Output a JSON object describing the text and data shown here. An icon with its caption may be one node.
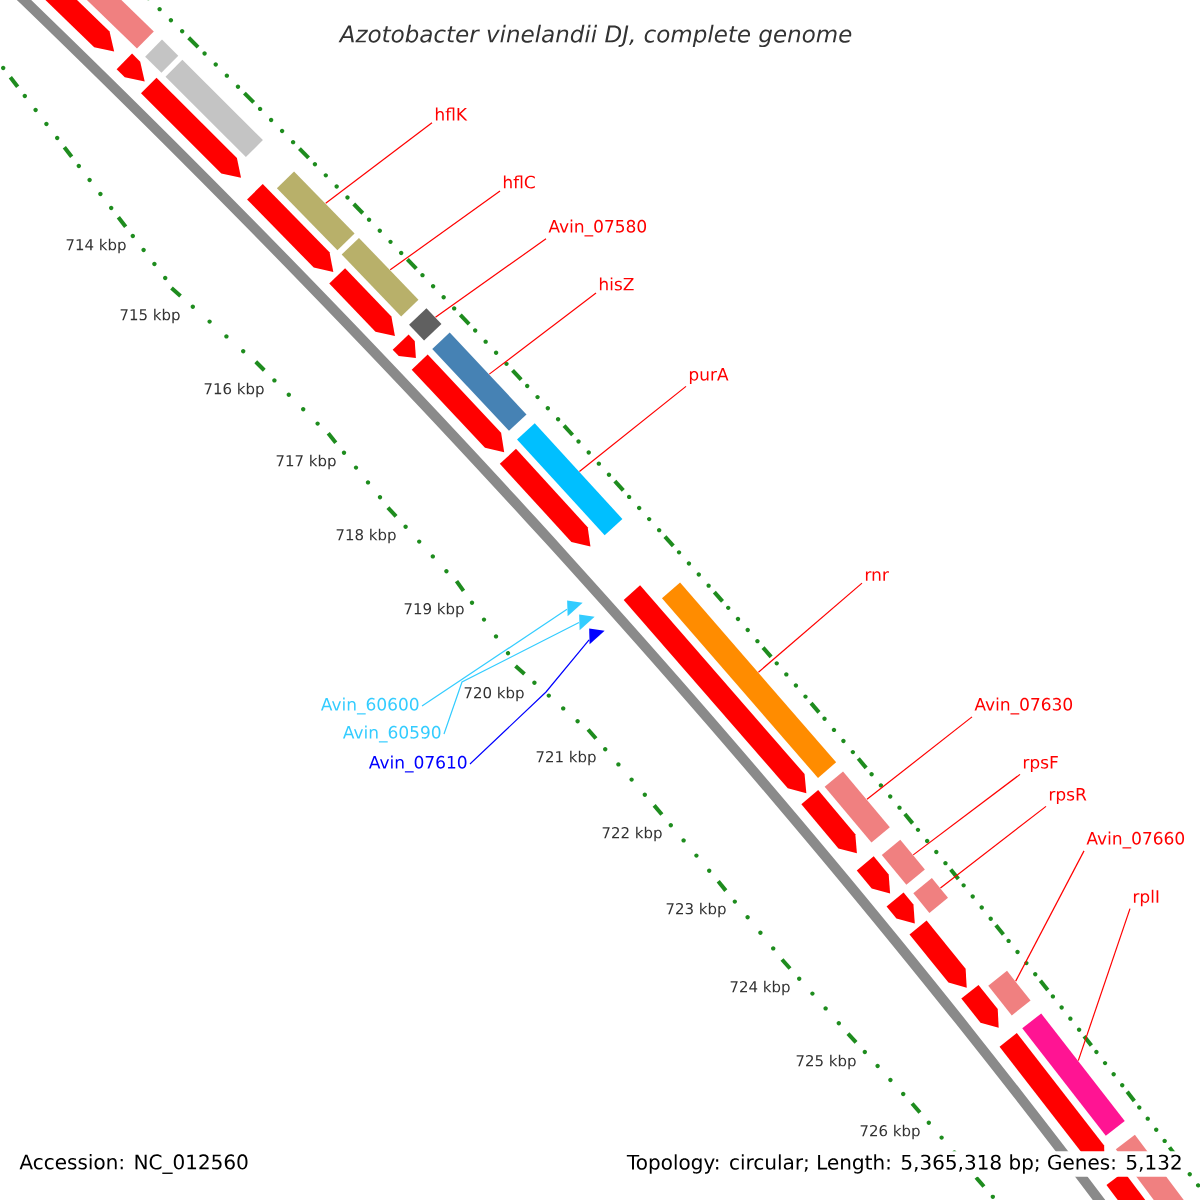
{
  "diagram": {
    "title": "Azotobacter vinelandii DJ, complete genome",
    "nodes": [
      {
        "text": [
          "hflK"
        ]
      },
      {
        "text": [
          "hflC"
        ]
      },
      {
        "text": [
          "Avin_07580"
        ]
      },
      {
        "text": [
          "hisZ"
        ]
      },
      {
        "text": [
          "purA"
        ]
      },
      {
        "text": [
          "rnr"
        ]
      },
      {
        "text": [
          "Avin_60600"
        ]
      },
      {
        "text": [
          "Avin_60590"
        ]
      },
      {
        "text": [
          "Avin_07610"
        ]
      },
      {
        "text": [
          "Avin_07630"
        ]
      },
      {
        "text": [
          "rpsF"
        ]
      },
      {
        "text": [
          "rpsR"
        ]
      },
      {
        "text": [
          "Avin_07660"
        ]
      },
      {
        "text": [
          "rplI"
        ]
      },
      {
        "text": [],
        "shape": "bar"
      },
      {
        "text": [],
        "shape": "bar"
      },
      {
        "text": [],
        "shape": "bar"
      },
      {
        "text": [],
        "shape": "bar"
      },
      {
        "text": [],
        "shape": "bar"
      },
      {
        "text": [],
        "shape": "bar"
      },
      {
        "text": [],
        "shape": "triangle"
      },
      {
        "text": [],
        "shape": "triangle"
      },
      {
        "text": [],
        "shape": "triangle"
      },
      {
        "text": [],
        "shape": "bar"
      },
      {
        "text": [],
        "shape": "bar"
      },
      {
        "text": [],
        "shape": "bar"
      },
      {
        "text": [],
        "shape": "bar"
      },
      {
        "text": [],
        "shape": "bar"
      }
    ],
    "edges": [
      {
        "from": 0,
        "to": 14,
        "arrow": "none"
      },
      {
        "from": 1,
        "to": 15,
        "arrow": "none"
      },
      {
        "from": 2,
        "to": 16,
        "arrow": "none"
      },
      {
        "from": 3,
        "to": 17,
        "arrow": "none"
      },
      {
        "from": 4,
        "to": 18,
        "arrow": "none"
      },
      {
        "from": 5,
        "to": 19,
        "arrow": "none"
      },
      {
        "from": 6,
        "to": 20,
        "arrow": "none",
        "color": "#33ccff"
      },
      {
        "from": 7,
        "to": 21,
        "arrow": "none",
        "color": "#33ccff"
      },
      {
        "from": 8,
        "to": 22,
        "arrow": "none",
        "color": "#0000ff"
      },
      {
        "from": 9,
        "to": 23,
        "arrow": "none"
      },
      {
        "from": 10,
        "to": 24,
        "arrow": "none"
      },
      {
        "from": 11,
        "to": 25,
        "arrow": "none"
      },
      {
        "from": 12,
        "to": 26,
        "arrow": "none"
      },
      {
        "from": 13,
        "to": 27,
        "arrow": "none"
      }
    ],
    "labels": [
      "714 kbp",
      "715 kbp",
      "716 kbp",
      "717 kbp",
      "718 kbp",
      "719 kbp",
      "720 kbp",
      "721 kbp",
      "722 kbp",
      "723 kbp",
      "724 kbp",
      "725 kbp",
      "726 kbp",
      "Accession: NC_012560",
      "Topology: circular; Length: 5,365,318 bp; Genes: 5,132"
    ]
  }
}
